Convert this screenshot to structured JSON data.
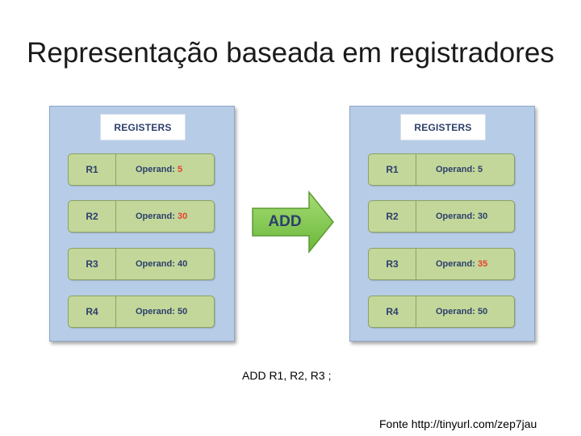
{
  "title": "Representação baseada em registradores",
  "figure": {
    "operation": "ADD",
    "operand_prefix": "Operand:",
    "panels": [
      {
        "header": "REGISTERS",
        "registers": [
          {
            "name": "R1",
            "value": "5",
            "highlight": true
          },
          {
            "name": "R2",
            "value": "30",
            "highlight": true
          },
          {
            "name": "R3",
            "value": "40",
            "highlight": false
          },
          {
            "name": "R4",
            "value": "50",
            "highlight": false
          }
        ]
      },
      {
        "header": "REGISTERS",
        "registers": [
          {
            "name": "R1",
            "value": "5",
            "highlight": false
          },
          {
            "name": "R2",
            "value": "30",
            "highlight": false
          },
          {
            "name": "R3",
            "value": "35",
            "highlight": true
          },
          {
            "name": "R4",
            "value": "50",
            "highlight": false
          }
        ]
      }
    ],
    "colors": {
      "panel_bg": "#b7cce6",
      "register_bg": "#c3d79b",
      "arrow_fill": "#7dc44a",
      "text": "#2c3f6b",
      "highlight": "#e4422c"
    }
  },
  "caption": "ADD R1, R2, R3 ;",
  "source": "Fonte http://tinyurl.com/zep7jau"
}
